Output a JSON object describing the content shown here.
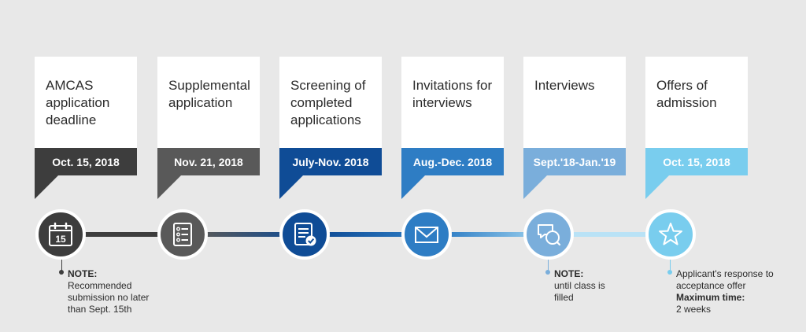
{
  "steps": [
    {
      "title": "AMCAS application deadline",
      "date": "Oct. 15, 2018",
      "color": "#3d3d3d",
      "icon": "calendar-icon"
    },
    {
      "title": "Supplemental application",
      "date": "Nov. 21, 2018",
      "color": "#595959",
      "icon": "form-list-icon"
    },
    {
      "title": "Screening of completed applications",
      "date": "July-Nov. 2018",
      "color": "#0f4c96",
      "icon": "checked-document-icon"
    },
    {
      "title": "Invitations for interviews",
      "date": "Aug.-Dec. 2018",
      "color": "#2e7dc4",
      "icon": "envelope-icon"
    },
    {
      "title": "Interviews",
      "date": "Sept.'18-Jan.'19",
      "color": "#7aaedb",
      "icon": "chat-bubbles-icon"
    },
    {
      "title": "Offers of admission",
      "date": "Oct. 15, 2018",
      "color": "#79cdee",
      "icon": "star-icon"
    }
  ],
  "calendar_day": "15",
  "notes": {
    "first": {
      "label": "NOTE:",
      "text": "Recommended submission no later than Sept. 15th"
    },
    "interviews": {
      "label": "NOTE:",
      "text": "until class is filled"
    },
    "offers": {
      "text": "Applicant's response to acceptance offer",
      "label": "Maximum time:",
      "value": "2 weeks"
    }
  }
}
